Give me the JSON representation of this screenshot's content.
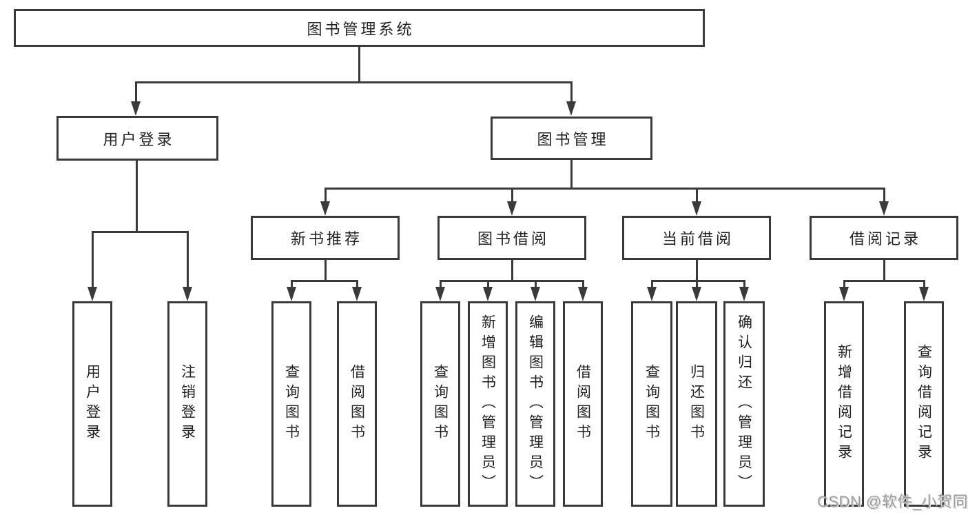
{
  "diagram": {
    "root": {
      "label": "图书管理系统"
    },
    "branches": [
      {
        "label": "用户登录",
        "children": [
          {
            "label": "用户登录"
          },
          {
            "label": "注销登录"
          }
        ]
      },
      {
        "label": "图书管理",
        "children": [
          {
            "label": "新书推荐",
            "children": [
              {
                "label": "查询图书"
              },
              {
                "label": "借阅图书"
              }
            ]
          },
          {
            "label": "图书借阅",
            "children": [
              {
                "label": "查询图书"
              },
              {
                "label": "新增图书（管理员）"
              },
              {
                "label": "编辑图书（管理员）"
              },
              {
                "label": "借阅图书"
              }
            ]
          },
          {
            "label": "当前借阅",
            "children": [
              {
                "label": "查询图书"
              },
              {
                "label": "归还图书"
              },
              {
                "label": "确认归还（管理员）"
              }
            ]
          },
          {
            "label": "借阅记录",
            "children": [
              {
                "label": "新增借阅记录"
              },
              {
                "label": "查询借阅记录"
              }
            ]
          }
        ]
      }
    ],
    "watermark": "CSDN @软件_小贺同学"
  },
  "colors": {
    "line": "#3a3a3a",
    "box_border": "#3a3a3a",
    "box_fill": "#ffffff",
    "text": "#212121",
    "watermark": "#9c9c9c",
    "background": "#ffffff"
  }
}
